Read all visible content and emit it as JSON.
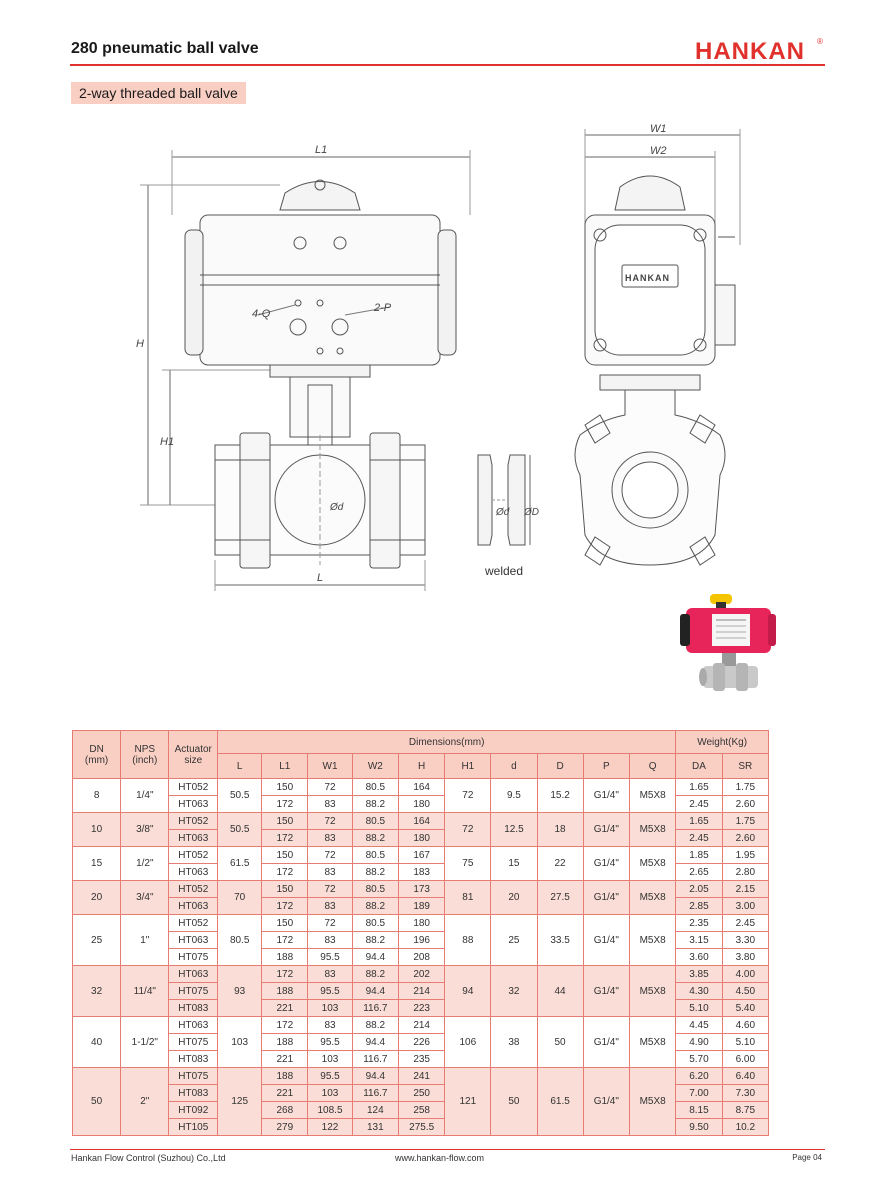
{
  "header": {
    "title": "280 pneumatic ball valve",
    "brand": "HANKAN",
    "brand_mark": "®",
    "accent_color": "#e0312d"
  },
  "section": {
    "subtitle": "2-way threaded ball valve"
  },
  "drawing": {
    "dim_L1": "L1",
    "dim_W1": "W1",
    "dim_W2": "W2",
    "dim_H": "H",
    "dim_H1": "H1",
    "dim_L": "L",
    "port_4Q": "4-Q",
    "port_2P": "2-P",
    "dim_d": "Ød",
    "dim_D": "ØD",
    "actuator_label": "HANKAN",
    "welded_label": "welded"
  },
  "table": {
    "headers": {
      "dn": "DN",
      "dn_unit": "(mm)",
      "nps": "NPS",
      "nps_unit": "(inch)",
      "actuator": "Actuator",
      "actuator_unit": "size",
      "dimensions": "Dimensions(mm)",
      "weight": "Weight(Kg)",
      "L": "L",
      "L1": "L1",
      "W1": "W1",
      "W2": "W2",
      "H": "H",
      "H1": "H1",
      "d": "d",
      "D": "D",
      "P": "P",
      "Q": "Q",
      "DA": "DA",
      "SR": "SR"
    },
    "groups": [
      {
        "dn": "8",
        "nps": "1/4\"",
        "L": "50.5",
        "H1": "72",
        "d": "9.5",
        "D": "15.2",
        "P": "G1/4\"",
        "Q": "M5X8",
        "rows": [
          {
            "act": "HT052",
            "L1": "150",
            "W1": "72",
            "W2": "80.5",
            "H": "164",
            "DA": "1.65",
            "SR": "1.75"
          },
          {
            "act": "HT063",
            "L1": "172",
            "W1": "83",
            "W2": "88.2",
            "H": "180",
            "DA": "2.45",
            "SR": "2.60"
          }
        ]
      },
      {
        "dn": "10",
        "nps": "3/8\"",
        "L": "50.5",
        "H1": "72",
        "d": "12.5",
        "D": "18",
        "P": "G1/4\"",
        "Q": "M5X8",
        "rows": [
          {
            "act": "HT052",
            "L1": "150",
            "W1": "72",
            "W2": "80.5",
            "H": "164",
            "DA": "1.65",
            "SR": "1.75"
          },
          {
            "act": "HT063",
            "L1": "172",
            "W1": "83",
            "W2": "88.2",
            "H": "180",
            "DA": "2.45",
            "SR": "2.60"
          }
        ]
      },
      {
        "dn": "15",
        "nps": "1/2\"",
        "L": "61.5",
        "H1": "75",
        "d": "15",
        "D": "22",
        "P": "G1/4\"",
        "Q": "M5X8",
        "rows": [
          {
            "act": "HT052",
            "L1": "150",
            "W1": "72",
            "W2": "80.5",
            "H": "167",
            "DA": "1.85",
            "SR": "1.95"
          },
          {
            "act": "HT063",
            "L1": "172",
            "W1": "83",
            "W2": "88.2",
            "H": "183",
            "DA": "2.65",
            "SR": "2.80"
          }
        ]
      },
      {
        "dn": "20",
        "nps": "3/4\"",
        "L": "70",
        "H1": "81",
        "d": "20",
        "D": "27.5",
        "P": "G1/4\"",
        "Q": "M5X8",
        "rows": [
          {
            "act": "HT052",
            "L1": "150",
            "W1": "72",
            "W2": "80.5",
            "H": "173",
            "DA": "2.05",
            "SR": "2.15"
          },
          {
            "act": "HT063",
            "L1": "172",
            "W1": "83",
            "W2": "88.2",
            "H": "189",
            "DA": "2.85",
            "SR": "3.00"
          }
        ]
      },
      {
        "dn": "25",
        "nps": "1\"",
        "L": "80.5",
        "H1": "88",
        "d": "25",
        "D": "33.5",
        "P": "G1/4\"",
        "Q": "M5X8",
        "rows": [
          {
            "act": "HT052",
            "L1": "150",
            "W1": "72",
            "W2": "80.5",
            "H": "180",
            "DA": "2.35",
            "SR": "2.45"
          },
          {
            "act": "HT063",
            "L1": "172",
            "W1": "83",
            "W2": "88.2",
            "H": "196",
            "DA": "3.15",
            "SR": "3.30"
          },
          {
            "act": "HT075",
            "L1": "188",
            "W1": "95.5",
            "W2": "94.4",
            "H": "208",
            "DA": "3.60",
            "SR": "3.80"
          }
        ]
      },
      {
        "dn": "32",
        "nps": "11/4\"",
        "L": "93",
        "H1": "94",
        "d": "32",
        "D": "44",
        "P": "G1/4\"",
        "Q": "M5X8",
        "rows": [
          {
            "act": "HT063",
            "L1": "172",
            "W1": "83",
            "W2": "88.2",
            "H": "202",
            "DA": "3.85",
            "SR": "4.00"
          },
          {
            "act": "HT075",
            "L1": "188",
            "W1": "95.5",
            "W2": "94.4",
            "H": "214",
            "DA": "4.30",
            "SR": "4.50"
          },
          {
            "act": "HT083",
            "L1": "221",
            "W1": "103",
            "W2": "116.7",
            "H": "223",
            "DA": "5.10",
            "SR": "5.40"
          }
        ]
      },
      {
        "dn": "40",
        "nps": "1-1/2\"",
        "L": "103",
        "H1": "106",
        "d": "38",
        "D": "50",
        "P": "G1/4\"",
        "Q": "M5X8",
        "rows": [
          {
            "act": "HT063",
            "L1": "172",
            "W1": "83",
            "W2": "88.2",
            "H": "214",
            "DA": "4.45",
            "SR": "4.60"
          },
          {
            "act": "HT075",
            "L1": "188",
            "W1": "95.5",
            "W2": "94.4",
            "H": "226",
            "DA": "4.90",
            "SR": "5.10"
          },
          {
            "act": "HT083",
            "L1": "221",
            "W1": "103",
            "W2": "116.7",
            "H": "235",
            "DA": "5.70",
            "SR": "6.00"
          }
        ]
      },
      {
        "dn": "50",
        "nps": "2\"",
        "L": "125",
        "H1": "121",
        "d": "50",
        "D": "61.5",
        "P": "G1/4\"",
        "Q": "M5X8",
        "rows": [
          {
            "act": "HT075",
            "L1": "188",
            "W1": "95.5",
            "W2": "94.4",
            "H": "241",
            "DA": "6.20",
            "SR": "6.40"
          },
          {
            "act": "HT083",
            "L1": "221",
            "W1": "103",
            "W2": "116.7",
            "H": "250",
            "DA": "7.00",
            "SR": "7.30"
          },
          {
            "act": "HT092",
            "L1": "268",
            "W1": "108.5",
            "W2": "124",
            "H": "258",
            "DA": "8.15",
            "SR": "8.75"
          },
          {
            "act": "HT105",
            "L1": "279",
            "W1": "122",
            "W2": "131",
            "H": "275.5",
            "DA": "9.50",
            "SR": "10.2"
          }
        ]
      }
    ]
  },
  "footer": {
    "company": "Hankan Flow Control (Suzhou) Co.,Ltd",
    "website": "www.hankan-flow.com",
    "page": "Page 04"
  }
}
